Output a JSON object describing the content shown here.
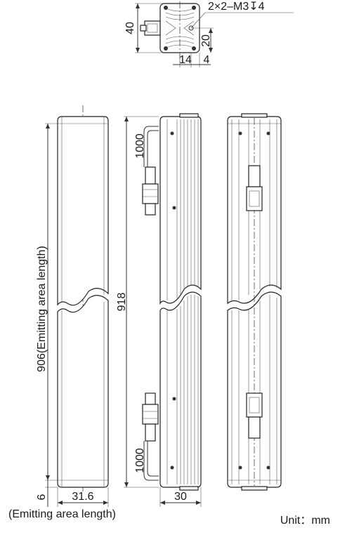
{
  "top_view": {
    "height_label": "40",
    "thread_label": "2×2–M3↧4",
    "offset_label": "20",
    "width_label_a": "14",
    "width_label_b": "4"
  },
  "front_view": {
    "emitting_length_label": "906(Emitting area length)",
    "width_label": "31.6",
    "margin_label": "6",
    "bottom_caption": "(Emitting area length)"
  },
  "side_view": {
    "total_length_label": "918",
    "cable_top_label": "1000",
    "cable_bottom_label": "1000",
    "width_label": "30"
  },
  "unit_label": "Unit：mm"
}
